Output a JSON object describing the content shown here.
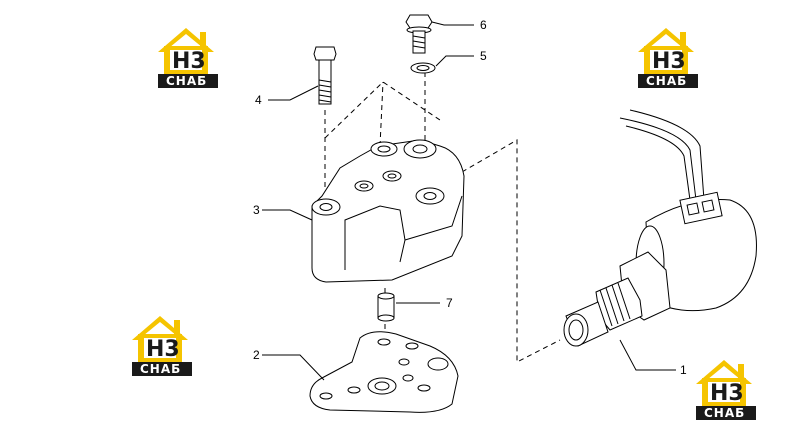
{
  "callouts": {
    "c1": "1",
    "c2": "2",
    "c3": "3",
    "c4": "4",
    "c5": "5",
    "c6": "6",
    "c7": "7"
  },
  "watermark": {
    "logo_text": "H3",
    "caption": "СНАБ",
    "accent_color": "#f5c400",
    "dark_color": "#1a1a1a"
  }
}
